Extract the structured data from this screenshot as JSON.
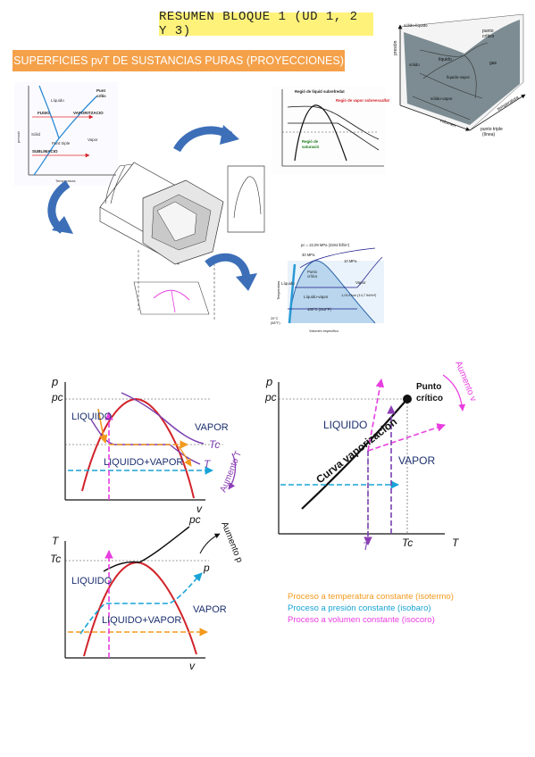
{
  "header": {
    "title": "RESUMEN BLOQUE 1 (UD 1, 2 Y 3)",
    "subtitle": "SUPERFICIES pvT DE SUSTANCIAS PURAS (PROYECCIONES)"
  },
  "pv_diagram": {
    "axis_y": "p",
    "pc": "pc",
    "axis_x": "v",
    "region_liquid": "LIQUIDO",
    "region_vapor": "VAPOR",
    "region_mix": "LIQUIDO+VAPOR",
    "tc_label": "Tc",
    "t_label": "T",
    "increase_label": "Aumento T"
  },
  "pt_diagram": {
    "axis_y": "p",
    "pc": "pc",
    "axis_x": "T",
    "tc": "Tc",
    "t_marker": "T",
    "region_liquid": "LIQUIDO",
    "region_vapor": "VAPOR",
    "curve_label": "Curva vaporización",
    "critical_point": [
      "Punto",
      "crítico"
    ],
    "increase_label": "Aumento v"
  },
  "tv_diagram": {
    "axis_y": "T",
    "tc": "Tc",
    "axis_x": "v",
    "pc_label": "pc",
    "p_label": "p",
    "region_liquid": "LIQUIDO",
    "region_vapor": "VAPOR",
    "region_mix": "LIQUIDO+VAPOR",
    "increase_label": "Aumento p"
  },
  "legend": {
    "items": [
      {
        "label": "Proceso a temperatura constante (isotermo)",
        "color": "#f39a1e"
      },
      {
        "label": "Proceso a presión constante (isobaro)",
        "color": "#18a3d6"
      },
      {
        "label": "Proceso a volumen constante (isocoro)",
        "color": "#e83ee0"
      }
    ]
  },
  "thumb_pt": {
    "liquid": "Líquido",
    "point_critical": [
      "Punt",
      "crític"
    ],
    "fusion": "FUSIO",
    "vaporization": "VAPORITZACIO",
    "solid": "Sòlid",
    "triple": "Punt triple",
    "vapor": "Vapor",
    "sublimation": "SUBLIMACIO",
    "temperature": "Temperatura",
    "pressure": "pressió"
  },
  "thumb_pv": {
    "liquid_region": "Regió de líquid subrefredat",
    "vapor_region": "Regió de vapor sobreescalfat",
    "mix_region": [
      "Regió de",
      "saturació"
    ]
  },
  "thumb_water": {
    "pc_line": "pc = 22,09 MPa (3204 lbf/in²)",
    "p30": "30 MPa",
    "p10": "10 MPa",
    "critical": [
      "Punto",
      "crítico"
    ],
    "liquid": "Líquido",
    "vapor": "Vapor",
    "mix": "Líquido-vapor",
    "p1014": "1,014 bar (14,7 lbf/in²)",
    "t100": "100°C (212°F)",
    "t20": [
      "20°C",
      "(68°F)"
    ],
    "xlabel": "Volumen específico",
    "ylabel": "Temperatura"
  },
  "thumb_3d": {
    "solid_liquid": "sólido-líquido",
    "critical": [
      "punto",
      "crítico"
    ],
    "liquid": "líquido",
    "gas": "gas",
    "liquid_vapor": "líquido-vapor",
    "solid": "sólido",
    "solid_vapor": "sólido-vapor",
    "triple": [
      "punto triple",
      "(línea)"
    ],
    "temperature": "temperatura",
    "volume": "volumen",
    "pressure": "presión"
  },
  "colors": {
    "dome": "#d2232a",
    "isotherm": "#7a3fb0",
    "isotherm_orange": "#f39a1e",
    "isobar": "#18a3d6",
    "isochore": "#e83ee0",
    "arrow_blue": "#3d6fb8"
  }
}
